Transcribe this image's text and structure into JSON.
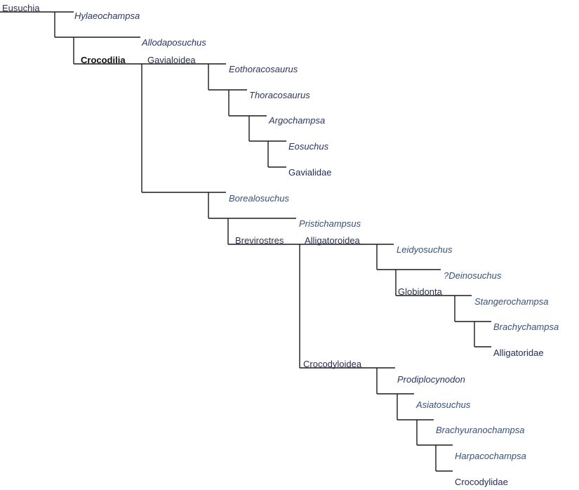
{
  "clades": {
    "eusuchia": "Eusuchia",
    "crocodilia": "Crocodilia",
    "gavialoidea": "Gavialoidea",
    "brevirostres": "Brevirostres",
    "alligatoroidea": "Alligatoroidea",
    "globidonta": "Globidonta",
    "crocodyloidea": "Crocodyloidea"
  },
  "taxa": {
    "hylaeochampsa": "Hylaeochampsa",
    "allodaposuchus": "Allodaposuchus",
    "eothoracosaurus": "Eothoracosaurus",
    "thoracosaurus": "Thoracosaurus",
    "argochampsa": "Argochampsa",
    "eosuchus": "Eosuchus",
    "gavialidae": "Gavialidae",
    "borealosuchus": "Borealosuchus",
    "pristichampsus": "Pristichampsus",
    "leidyosuchus": "Leidyosuchus",
    "deinosuchus": "?Deinosuchus",
    "stangerochampsa": "Stangerochampsa",
    "brachychampsa": "Brachychampsa",
    "alligatoridae": "Alligatoridae",
    "prodiplocynodon": "Prodiplocynodon",
    "asiatosuchus": "Asiatosuchus",
    "brachyuranochampsa": "Brachyuranochampsa",
    "harpacochampsa": "Harpacochampsa",
    "crocodylidae": "Crocodylidae"
  }
}
